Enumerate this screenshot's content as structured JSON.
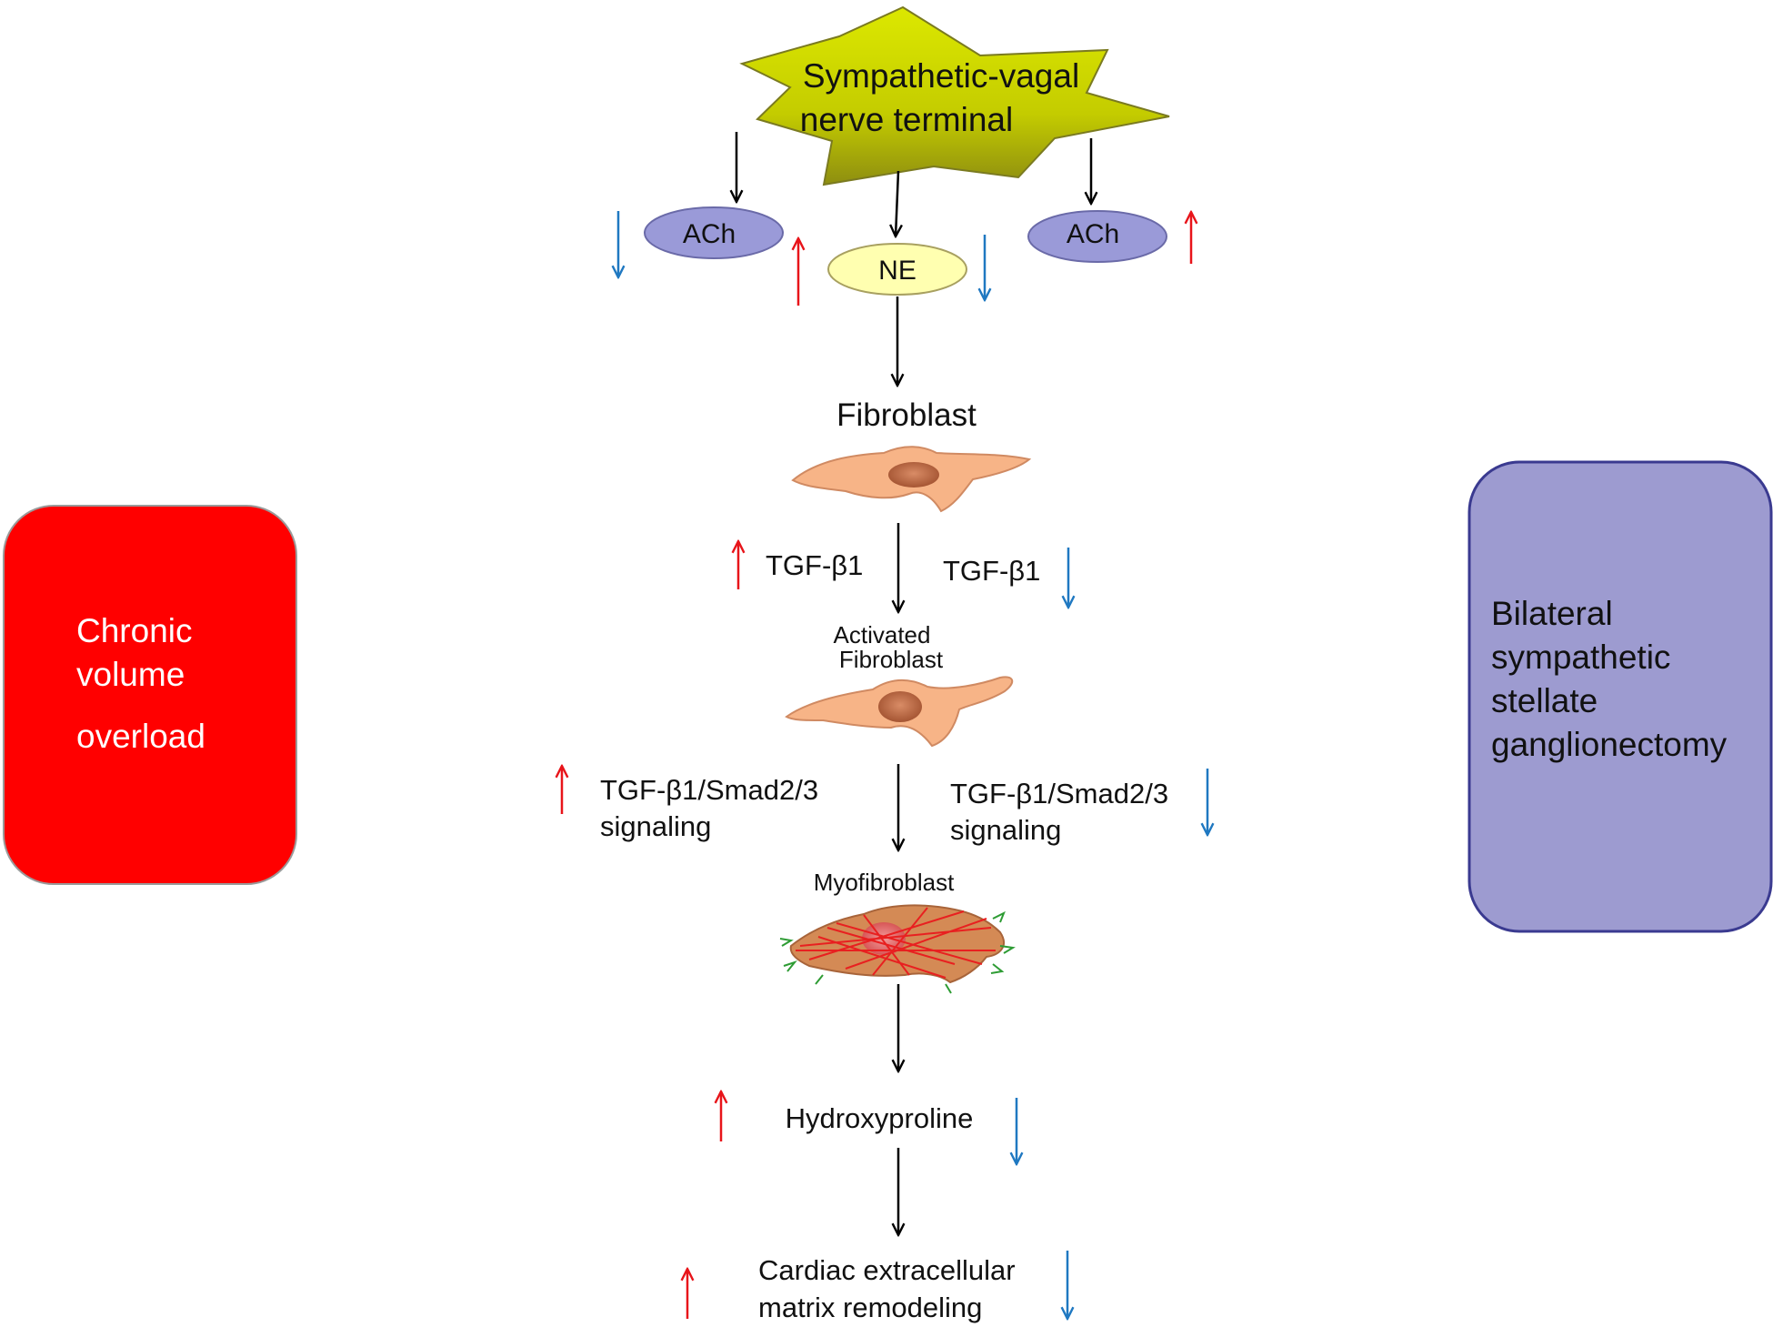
{
  "colors": {
    "up_arrow": "#e8141a",
    "down_arrow": "#1f78c1",
    "flow_arrow": "#000000",
    "star_fill": "#c8d400",
    "ach_fill": "#9a9ad8",
    "ne_fill": "#ffffb0",
    "left_box": "#ff0000",
    "right_box": "#9d9bd0",
    "cell": "#f7b487",
    "nucleus": "#c46a44"
  },
  "star": {
    "line1": "Sympathetic-vagal",
    "line2": "nerve terminal"
  },
  "ach_left": "ACh",
  "ne": "NE",
  "ach_right": "ACh",
  "fibroblast": "Fibroblast",
  "tgf_left": "TGF-β1",
  "tgf_right": "TGF-β1",
  "activated": {
    "line1": "Activated",
    "line2": "Fibroblast"
  },
  "smad_left": {
    "line1": "TGF-β1/Smad2/3",
    "line2": "signaling"
  },
  "smad_right": {
    "line1": "TGF-β1/Smad2/3",
    "line2": "signaling"
  },
  "myofibroblast": "Myofibroblast",
  "hydroxyproline": "Hydroxyproline",
  "ecm": {
    "line1": "Cardiac extracellular",
    "line2": "matrix remodeling"
  },
  "left_box": {
    "line1": "Chronic",
    "line2": "volume",
    "line3": "overload"
  },
  "right_box": {
    "line1": "Bilateral",
    "line2": "sympathetic",
    "line3": "stellate",
    "line4": "ganglionectomy"
  }
}
